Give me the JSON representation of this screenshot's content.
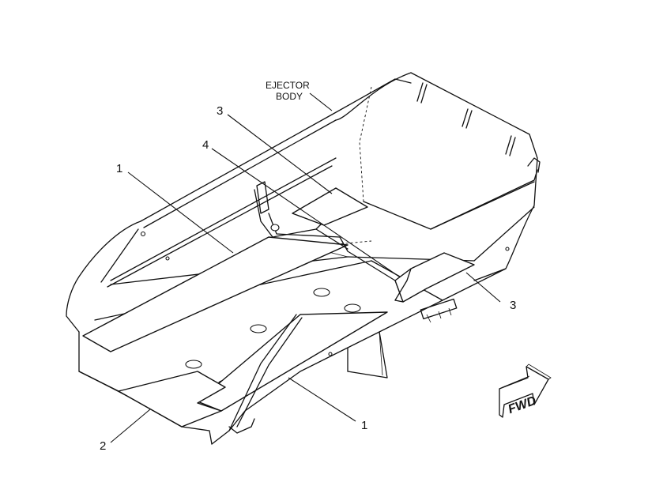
{
  "labels": {
    "ejector_line1": "EJECTOR",
    "ejector_line2": "BODY",
    "fwd": "FWD"
  },
  "callouts": [
    {
      "id": "c1-upper",
      "text": "1"
    },
    {
      "id": "c3-upper",
      "text": "3"
    },
    {
      "id": "c4",
      "text": "4"
    },
    {
      "id": "c3-right",
      "text": "3"
    },
    {
      "id": "c1-lower",
      "text": "1"
    },
    {
      "id": "c2",
      "text": "2"
    }
  ],
  "icons": {
    "direction_arrow": "fwd-arrow-icon"
  }
}
